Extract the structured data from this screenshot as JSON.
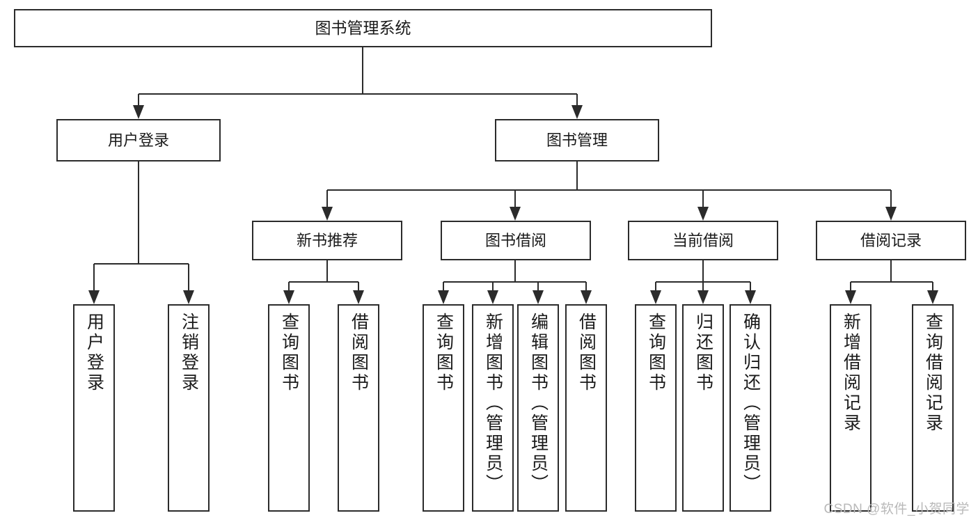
{
  "diagram": {
    "title": "图书管理系统",
    "type": "功能结构图",
    "root": {
      "label": "图书管理系统"
    },
    "level2": [
      {
        "label": "用户登录"
      },
      {
        "label": "图书管理"
      }
    ],
    "level3": [
      {
        "label": "新书推荐"
      },
      {
        "label": "图书借阅"
      },
      {
        "label": "当前借阅"
      },
      {
        "label": "借阅记录"
      }
    ],
    "leaves": {
      "user_login": [
        {
          "label": "用户登录"
        },
        {
          "label": "注销登录"
        }
      ],
      "new_book_recommend": [
        {
          "label": "查询图书"
        },
        {
          "label": "借阅图书"
        }
      ],
      "book_borrow": [
        {
          "label": "查询图书"
        },
        {
          "label": "新增图书（管理员）"
        },
        {
          "label": "编辑图书（管理员）"
        },
        {
          "label": "借阅图书"
        }
      ],
      "current_borrow": [
        {
          "label": "查询图书"
        },
        {
          "label": "归还图书"
        },
        {
          "label": "确认归还（管理员）"
        }
      ],
      "borrow_record": [
        {
          "label": "新增借阅记录"
        },
        {
          "label": "查询借阅记录"
        }
      ]
    }
  },
  "watermark": {
    "text": "CSDN @软件_小贺同学"
  },
  "colors": {
    "stroke": "#2b2b2b",
    "box_fill": "#ffffff",
    "text": "#1a1a1a",
    "watermark": "#b9b9b9",
    "background": "#ffffff"
  }
}
